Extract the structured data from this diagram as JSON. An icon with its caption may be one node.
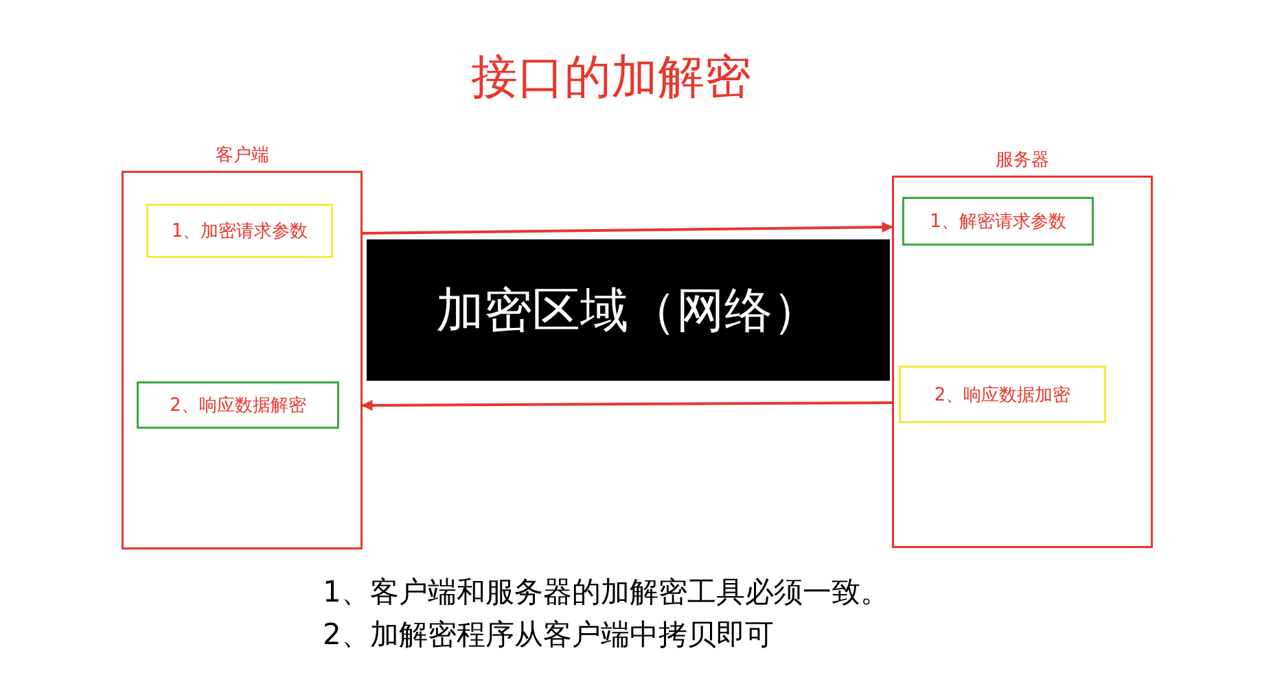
{
  "diagram": {
    "title": "接口的加解密",
    "nodes": [
      {
        "text": [
          "客户端"
        ]
      },
      {
        "text": [
          "1、加密请求参数"
        ],
        "in": 0
      },
      {
        "text": [
          "2、响应数据解密"
        ],
        "in": 0
      },
      {
        "text": [
          "服务器"
        ]
      },
      {
        "text": [
          "1、解密请求参数"
        ],
        "in": 3
      },
      {
        "text": [
          "2、响应数据加密"
        ],
        "in": 3
      },
      {
        "text": [
          "加密区域（网络）"
        ]
      }
    ],
    "edges": [
      {
        "from": 0,
        "to": 3,
        "arrow": "to"
      },
      {
        "from": 3,
        "to": 0,
        "arrow": "to"
      }
    ],
    "labels": [
      "1、客户端和服务器的加解密工具必须一致。",
      "2、加解密程序从客户端中拷贝即可"
    ]
  }
}
